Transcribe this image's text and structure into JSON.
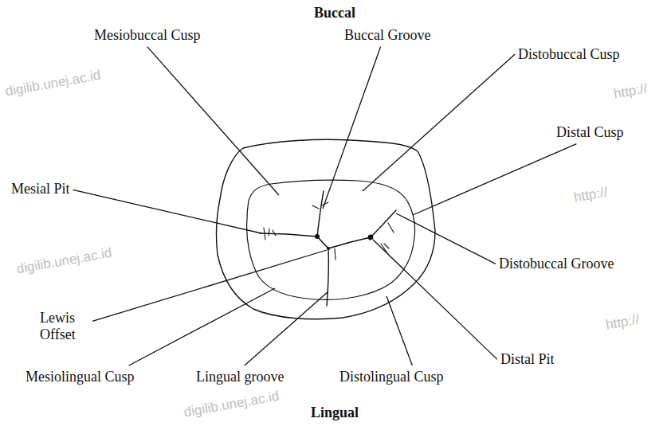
{
  "diagram": {
    "labels": [
      "Buccal",
      "Mesiobuccal Cusp",
      "Buccal Groove",
      "Distobuccal Cusp",
      "Distal Cusp",
      "Mesial Pit",
      "Distobuccal Groove",
      "Lewis Offset",
      "Distal Pit",
      "Mesiolingual Cusp",
      "Lingual groove",
      "Distolingual Cusp",
      "Lingual",
      "digilib.unej.ac.id",
      "http://",
      "digilib.unej.ac.id",
      "http://",
      "http://",
      "digilib.unej.ac.id"
    ]
  }
}
